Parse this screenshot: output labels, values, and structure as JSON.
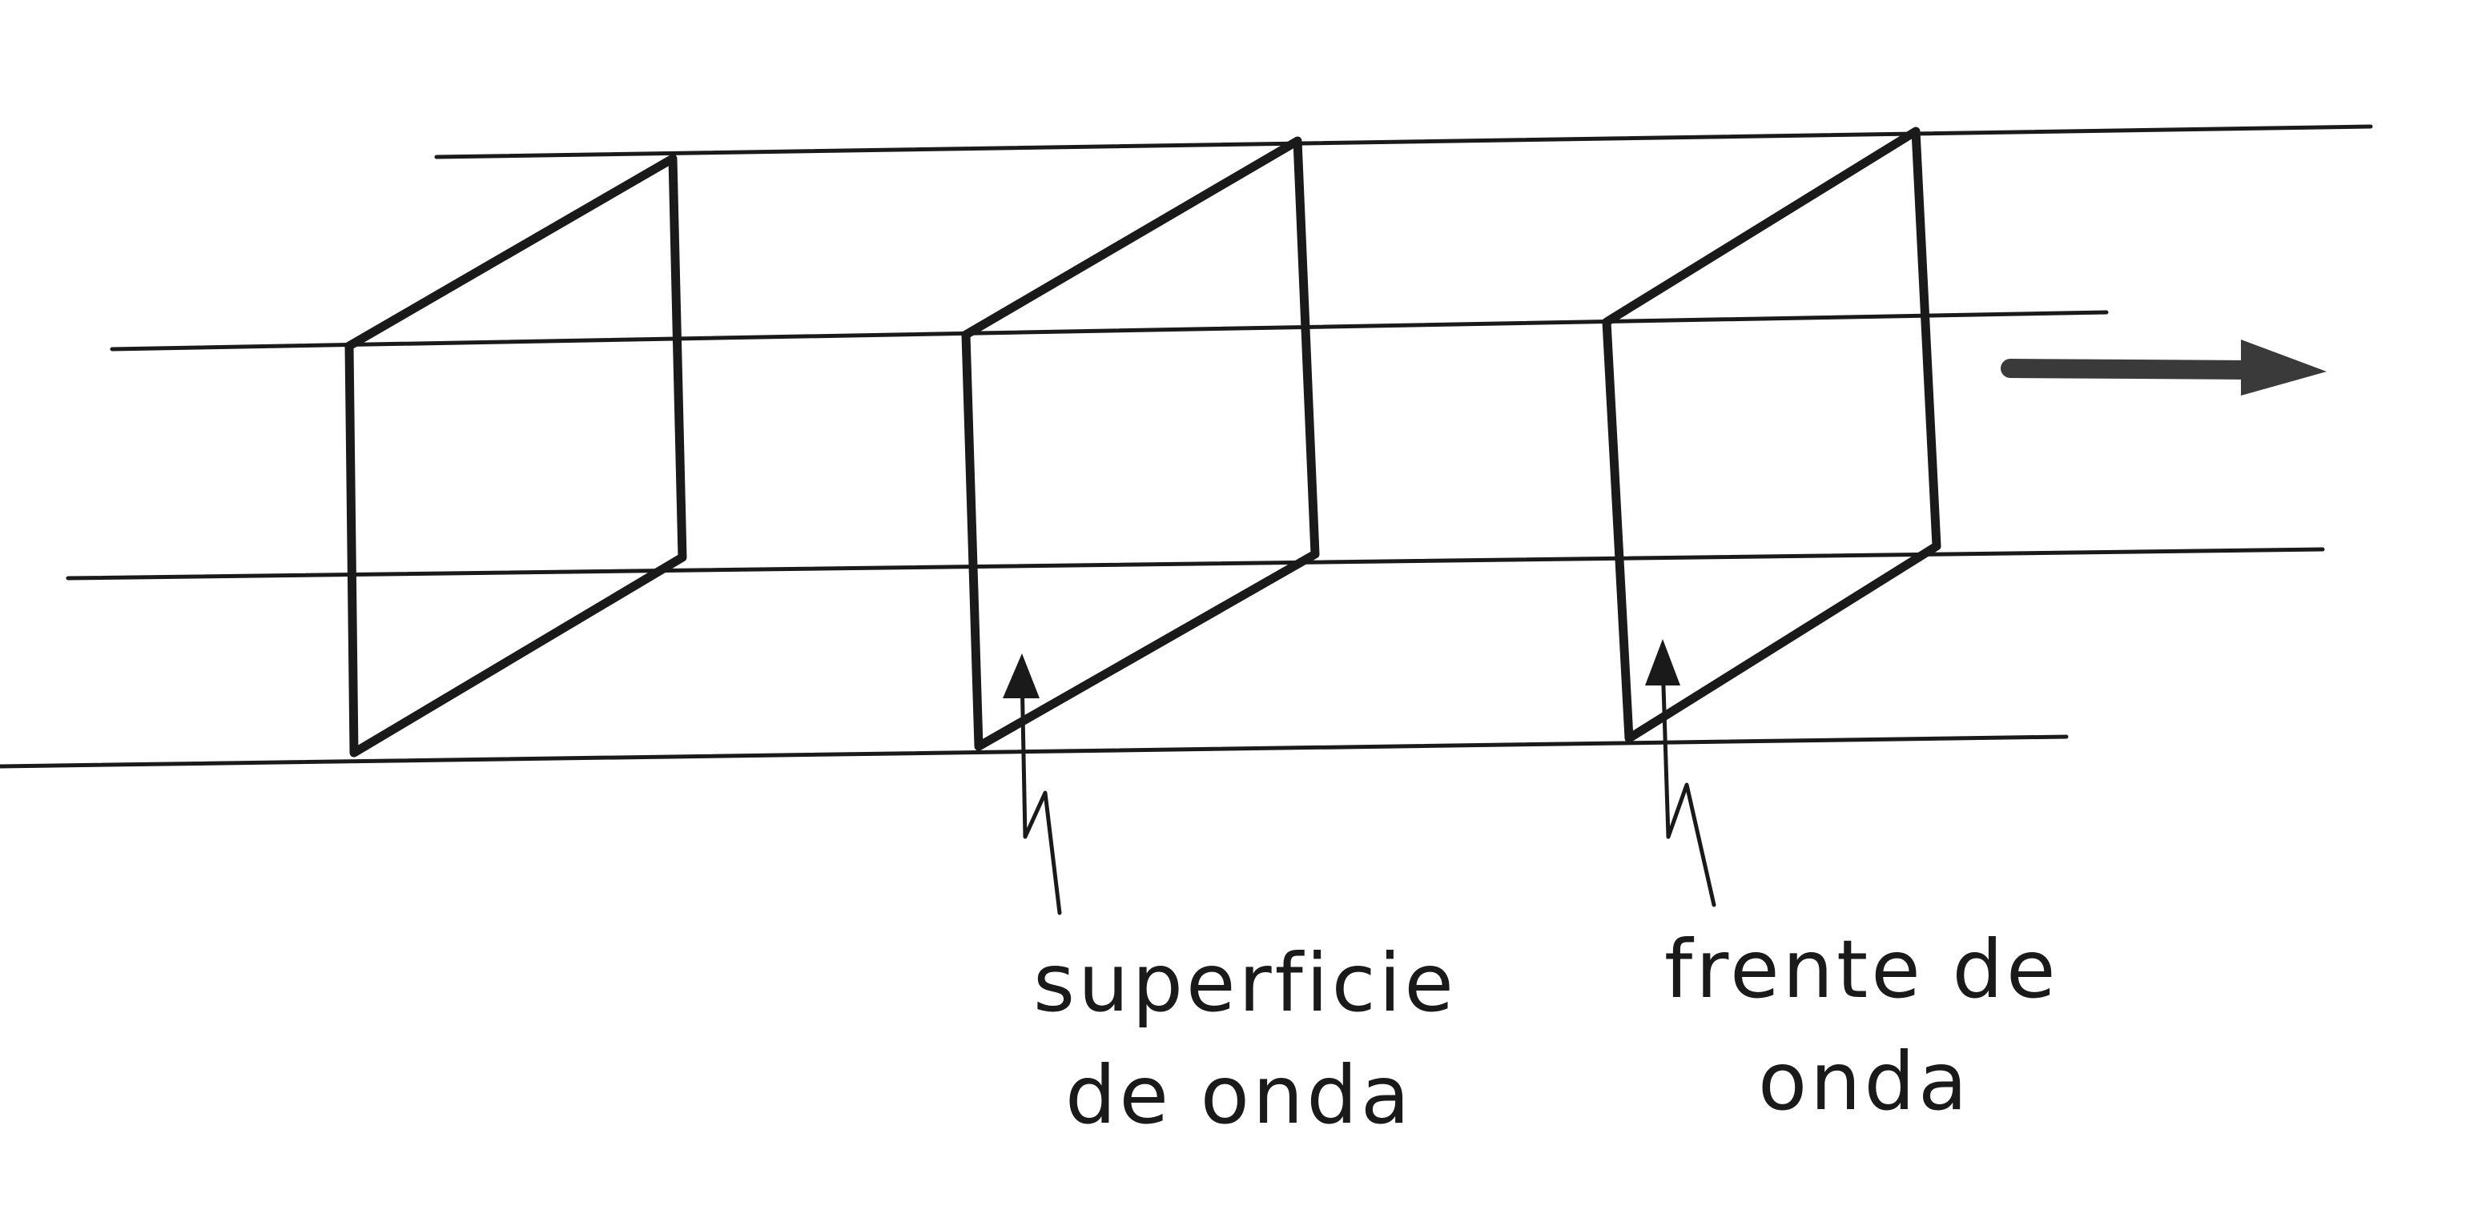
{
  "labels": {
    "surface_line1": "superficie",
    "surface_line2": "de onda",
    "front_line1": "frente de",
    "front_line2": "onda"
  },
  "colors": {
    "ink": "#1a1a1a",
    "arrow": "#3a3a3a",
    "background": "#ffffff"
  },
  "icons": {
    "direction": "right-arrow-icon",
    "pointer": "up-arrow-icon"
  }
}
